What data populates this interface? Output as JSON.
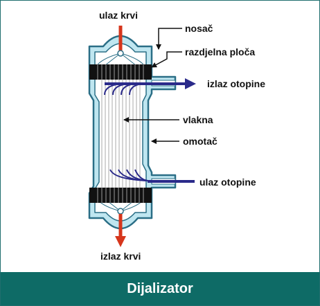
{
  "labels": {
    "blood_in": "ulaz krvi",
    "blood_out": "izlaz krvi",
    "support": "nosač",
    "distribution_plate": "razdjelna ploča",
    "solution_out": "izlaz otopine",
    "fibers": "vlakna",
    "casing": "omotač",
    "solution_in": "ulaz otopine"
  },
  "footer": {
    "title": "Dijalizator"
  },
  "colors": {
    "blood_arrow": "#d6361c",
    "solution_arrow": "#2a2a8a",
    "casing_fill": "#bfe6f0",
    "casing_outline": "#2a6e86",
    "footer_bg": "#0e6b66",
    "fiber": "#9c9c9c"
  }
}
